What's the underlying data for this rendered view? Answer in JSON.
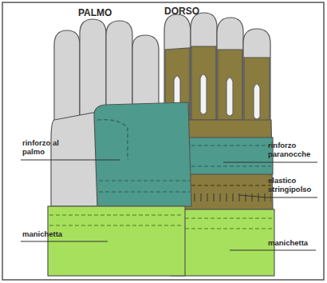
{
  "diagram": {
    "labels": [
      "PALMO",
      "DORSO",
      "rinforzo al palmo",
      "rinforzo paranocche",
      "elastico stringipolso",
      "manichetta",
      "manichetta"
    ]
  }
}
